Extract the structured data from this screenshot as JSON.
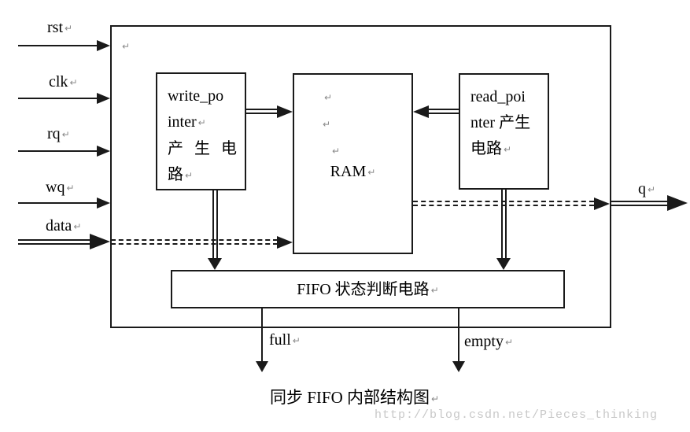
{
  "diagram": {
    "pilcrow": "↵",
    "inputs": [
      {
        "label": "rst"
      },
      {
        "label": "clk"
      },
      {
        "label": "rq"
      },
      {
        "label": "wq"
      },
      {
        "label": "data"
      }
    ],
    "blocks": {
      "write_pointer": {
        "lines": [
          "write_po",
          "inter",
          "产 生 电",
          "路"
        ]
      },
      "ram": {
        "label": "RAM"
      },
      "read_pointer": {
        "lines": [
          "read_poi",
          "nter 产生",
          "电路"
        ]
      },
      "status": {
        "label": "FIFO 状态判断电路"
      }
    },
    "outputs": {
      "q": "q",
      "full": "full",
      "empty": "empty"
    },
    "caption": "同步 FIFO 内部结构图",
    "watermark": "http://blog.csdn.net/Pieces_thinking",
    "colors": {
      "line": "#1a1a1a",
      "watermark": "#c8c8c8",
      "pilcrow": "#8a8a8a",
      "background": "#ffffff"
    }
  }
}
